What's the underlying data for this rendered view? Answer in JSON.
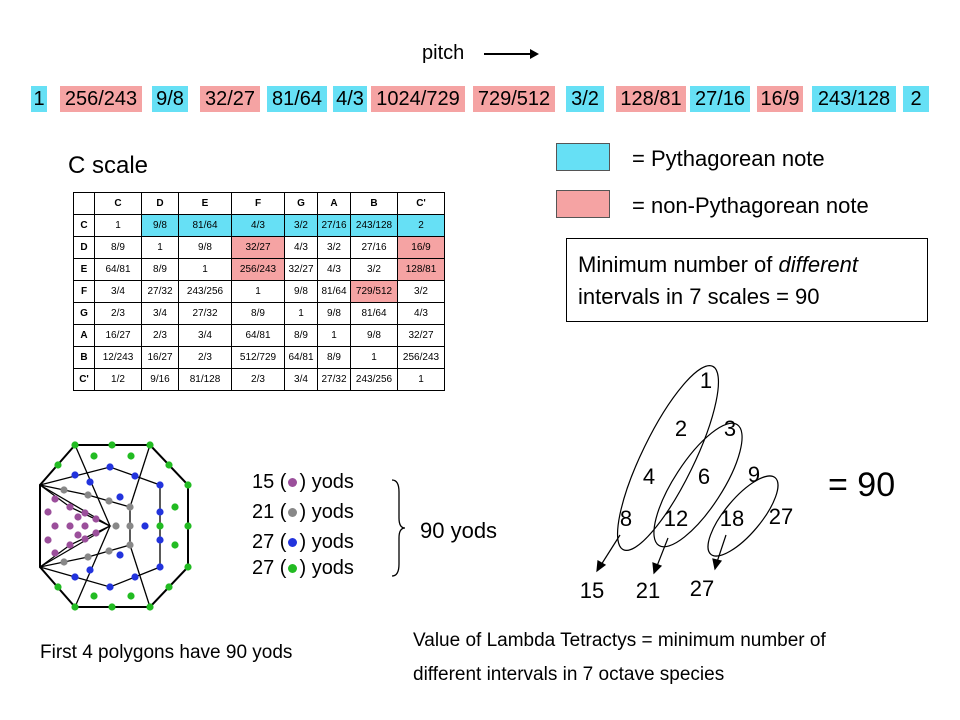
{
  "pitch": {
    "label": "pitch"
  },
  "notes": [
    {
      "text": "1",
      "type": "pythagorean"
    },
    {
      "text": "256/243",
      "type": "non-pythagorean"
    },
    {
      "text": "9/8",
      "type": "pythagorean"
    },
    {
      "text": "32/27",
      "type": "non-pythagorean"
    },
    {
      "text": "81/64",
      "type": "pythagorean"
    },
    {
      "text": "4/3",
      "type": "pythagorean"
    },
    {
      "text": "1024/729",
      "type": "non-pythagorean"
    },
    {
      "text": "729/512",
      "type": "non-pythagorean"
    },
    {
      "text": "3/2",
      "type": "pythagorean"
    },
    {
      "text": "128/81",
      "type": "non-pythagorean"
    },
    {
      "text": "27/16",
      "type": "pythagorean"
    },
    {
      "text": "16/9",
      "type": "non-pythagorean"
    },
    {
      "text": "243/128",
      "type": "pythagorean"
    },
    {
      "text": "2",
      "type": "pythagorean"
    }
  ],
  "colors": {
    "pythagorean": "#66e0f5",
    "non_pythagorean": "#f5a3a3"
  },
  "scale": {
    "title": "C scale",
    "headers": [
      "C",
      "D",
      "E",
      "F",
      "G",
      "A",
      "B",
      "C'"
    ],
    "rows": [
      {
        "label": "C",
        "cells": [
          "1",
          "9/8",
          "81/64",
          "4/3",
          "3/2",
          "27/16",
          "243/128",
          "2"
        ]
      },
      {
        "label": "D",
        "cells": [
          "8/9",
          "1",
          "9/8",
          "32/27",
          "4/3",
          "3/2",
          "27/16",
          "16/9"
        ]
      },
      {
        "label": "E",
        "cells": [
          "64/81",
          "8/9",
          "1",
          "256/243",
          "32/27",
          "4/3",
          "3/2",
          "128/81"
        ]
      },
      {
        "label": "F",
        "cells": [
          "3/4",
          "27/32",
          "243/256",
          "1",
          "9/8",
          "81/64",
          "729/512",
          "3/2"
        ]
      },
      {
        "label": "G",
        "cells": [
          "2/3",
          "3/4",
          "27/32",
          "8/9",
          "1",
          "9/8",
          "81/64",
          "4/3"
        ]
      },
      {
        "label": "A",
        "cells": [
          "16/27",
          "2/3",
          "3/4",
          "64/81",
          "8/9",
          "1",
          "9/8",
          "32/27"
        ]
      },
      {
        "label": "B",
        "cells": [
          "12/243",
          "16/27",
          "2/3",
          "512/729",
          "64/81",
          "8/9",
          "1",
          "256/243"
        ]
      },
      {
        "label": "C'",
        "cells": [
          "1/2",
          "9/16",
          "81/128",
          "2/3",
          "3/4",
          "27/32",
          "243/256",
          "1"
        ]
      }
    ],
    "highlights": [
      {
        "row": 0,
        "cols": [
          1,
          2,
          3,
          4,
          5,
          6,
          7
        ],
        "type": "pythagorean"
      },
      {
        "row": 1,
        "cols": [
          3,
          7
        ],
        "type": "non-pythagorean"
      },
      {
        "row": 2,
        "cols": [
          3,
          7
        ],
        "type": "non-pythagorean"
      },
      {
        "row": 3,
        "cols": [
          6
        ],
        "type": "non-pythagorean"
      }
    ]
  },
  "legend": {
    "pythagorean": "= Pythagorean note",
    "non_pythagorean": "= non-Pythagorean note"
  },
  "info_box": {
    "line1_prefix": "Minimum number of ",
    "line1_emph": "different",
    "line2": "intervals in 7 scales =  90"
  },
  "tetractys": {
    "numbers": [
      "1",
      "2",
      "3",
      "4",
      "6",
      "9",
      "8",
      "12",
      "18",
      "27"
    ],
    "sums": [
      "15",
      "21",
      "27"
    ],
    "result": "= 90"
  },
  "yods": {
    "rows": [
      {
        "count": "15",
        "color": "#9b4f9b",
        "label": "yods"
      },
      {
        "count": "21",
        "color": "#888888",
        "label": "yods"
      },
      {
        "count": "27",
        "color": "#2233dd",
        "label": "yods"
      },
      {
        "count": "27",
        "color": "#22bb22",
        "label": "yods"
      }
    ],
    "total": "90 yods"
  },
  "captions": {
    "polygons": "First 4 polygons have 90 yods",
    "lambda_line1": "Value of Lambda Tetractys = minimum number of",
    "lambda_line2": "different intervals in 7 octave species"
  }
}
